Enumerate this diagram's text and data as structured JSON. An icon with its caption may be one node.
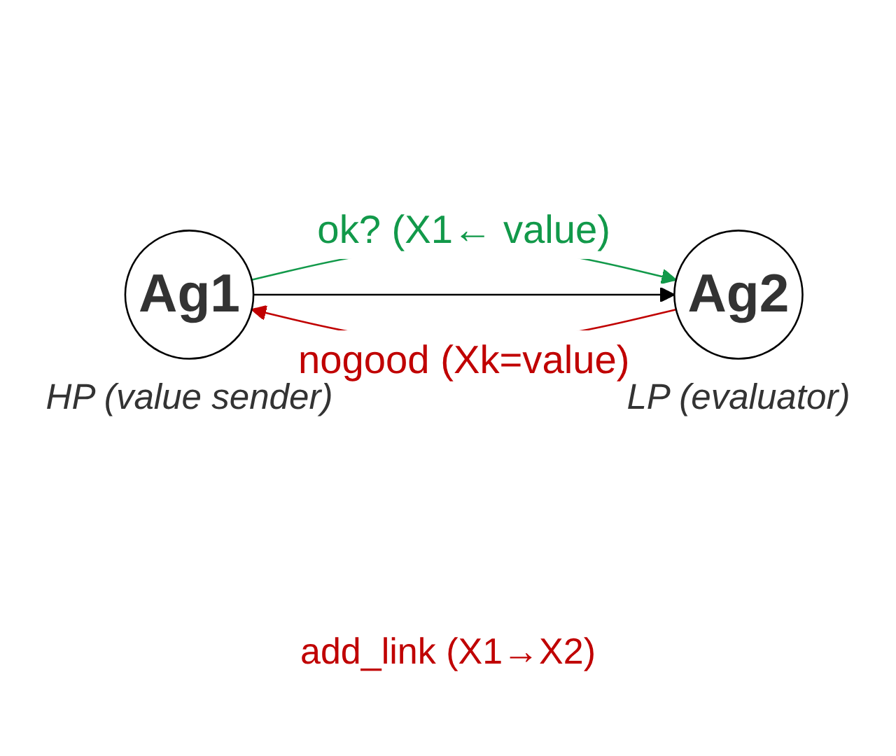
{
  "diagram": {
    "nodes": [
      {
        "text": [
          "Ag1"
        ],
        "beside": [
          "HP (value sender)"
        ]
      },
      {
        "text": [
          "Ag2"
        ],
        "beside": [
          "LP (evaluator)"
        ]
      }
    ],
    "edges": [
      {
        "from": 0,
        "to": 1,
        "arrow": "to",
        "label": "ok? (X1← value)",
        "color": "#12994a"
      },
      {
        "from": 0,
        "to": 1,
        "arrow": "to",
        "color": "#000000"
      },
      {
        "from": 1,
        "to": 0,
        "arrow": "to",
        "label": "nogood (Xk=value)",
        "color": "#c00000"
      }
    ],
    "labels": [
      "add_link (X1→X2)"
    ]
  }
}
